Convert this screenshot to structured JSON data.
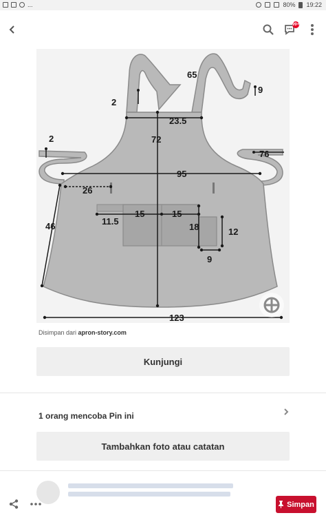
{
  "status_bar": {
    "left_icons": [
      "image-icon",
      "upload-icon",
      "whatsapp-icon"
    ],
    "left_text": "...",
    "battery": "80%",
    "time": "19:22"
  },
  "top_bar": {
    "back_icon": "arrow-left-icon",
    "search_icon": "search-icon",
    "messages_icon": "chat-bubble-icon",
    "messages_badge": "99+",
    "more_icon": "more-vertical-icon"
  },
  "pin_image": {
    "description_labels": {
      "strap_width": "2",
      "neck_strap": "65",
      "neck_end": "9",
      "top_width": "23.5",
      "length": "72",
      "tie_width": "2",
      "tie_length": "76",
      "waist_width": "95",
      "pocket_offset": "26",
      "pocket_left_height": "11.5",
      "pocket_width_left": "15",
      "pocket_width_right": "15",
      "pocket_height": "18",
      "small_pocket_height": "12",
      "small_pocket_width": "9",
      "side_length": "46",
      "bottom_width": "123"
    },
    "colors": {
      "background": "#f3f3f3",
      "fabric": "#b9b9b9",
      "fabric_edge": "#8a8a8a",
      "pocket": "#a9a9a9",
      "dimension_line": "#1a1a1a"
    }
  },
  "source": {
    "prefix": "Disimpan dari",
    "domain": "apron-story.com"
  },
  "actions": {
    "visit_label": "Kunjungi",
    "tried_text": "1 orang mencoba Pin ini",
    "add_photo_label": "Tambahkan foto atau catatan"
  },
  "bottom_bar": {
    "share_icon": "share-icon",
    "more_icon": "more-horizontal-icon",
    "save_label": "Simpan",
    "save_icon": "pin-icon",
    "accent": "#c8102e"
  }
}
